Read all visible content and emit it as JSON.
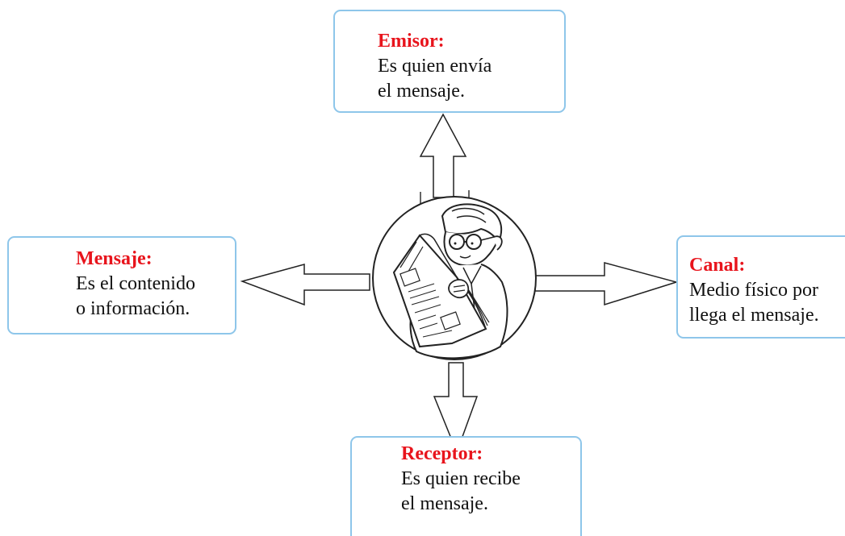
{
  "diagram": {
    "emisor": {
      "title": "Emisor:",
      "line1": "Es quien envía",
      "line2": "el mensaje."
    },
    "mensaje": {
      "title": "Mensaje:",
      "line1": "Es el contenido",
      "line2": "o información."
    },
    "canal": {
      "title": "Canal:",
      "line1": "Medio físico por",
      "line2": "llega el mensaje."
    },
    "receptor": {
      "title": "Receptor:",
      "line1": "Es quien recibe",
      "line2": "el mensaje."
    },
    "center_image": "man-reading-newspaper-icon",
    "colors": {
      "title": "#e8141c",
      "text": "#111111",
      "box_border": "#8ec6ea",
      "arrow_stroke": "#222222"
    }
  }
}
